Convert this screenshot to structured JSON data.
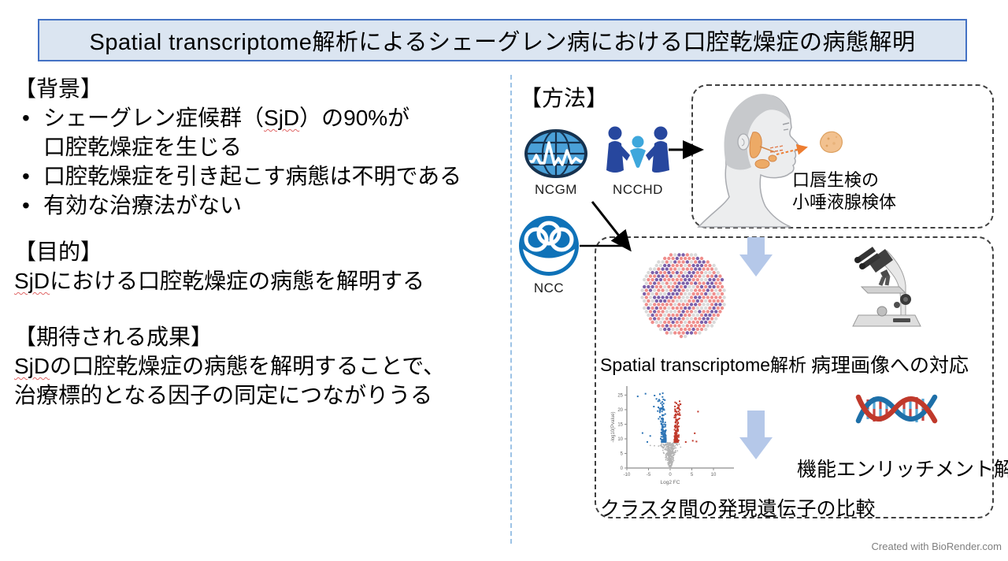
{
  "title": "Spatial transcriptome解析によるシェーグレン病における口腔乾燥症の病態解明",
  "background": {
    "heading": "【背景】",
    "b1_pre": "シェーグレン症候群（",
    "b1_sjd": "SjD",
    "b1_post": "）の90%が",
    "b1_line2": "口腔乾燥症を生じる",
    "b2": "口腔乾燥症を引き起こす病態は不明である",
    "b3": "有効な治療法がない"
  },
  "purpose": {
    "heading": "【目的】",
    "sjd": "SjD",
    "rest": "における口腔乾燥症の病態を解明する"
  },
  "outcome": {
    "heading": "【期待される成果】",
    "sjd": "SjD",
    "line1_rest": "の口腔乾燥症の病態を解明することで、",
    "line2": "治療標的となる因子の同定につながりうる"
  },
  "methods": {
    "heading": "【方法】",
    "logo_ncgm": "NCGM",
    "logo_ncchd": "NCCHD",
    "logo_ncc": "NCC",
    "biopsy_line1": "口唇生検の",
    "biopsy_line2": "小唾液腺検体",
    "spatial_label": "Spatial transcriptome解析",
    "pathology_label": "病理画像への対応",
    "cluster_label": "クラスタ間の発現遺伝子の比較",
    "enrichment_label": "機能エンリッチメント解析"
  },
  "footer": {
    "credit": "Created with BioRender.com"
  },
  "chart_data": {
    "type": "scatter",
    "subtype": "volcano",
    "title": "",
    "xlabel": "Log2 FC",
    "ylabel": "-log10(Pvalue)",
    "xlim": [
      -10,
      14
    ],
    "ylim": [
      0,
      27
    ],
    "xticks": [
      -10,
      -5,
      0,
      5,
      10
    ],
    "yticks": [
      0,
      5,
      10,
      15,
      20,
      25
    ],
    "threshold_y": 8.7,
    "grid": false,
    "legend": false,
    "series": [
      {
        "name": "upregulated",
        "color": "#c0392b",
        "n": 170,
        "x_range": [
          0.9,
          10.2
        ],
        "y_range": [
          8.7,
          23
        ]
      },
      {
        "name": "downregulated",
        "color": "#2e75b6",
        "n": 160,
        "x_range": [
          -9.4,
          -0.9
        ],
        "y_range": [
          8.7,
          26
        ]
      },
      {
        "name": "not-significant",
        "color": "#b3b3b3",
        "n": 300,
        "x_range": [
          -6.5,
          6.5
        ],
        "y_range": [
          0,
          8.7
        ]
      }
    ]
  },
  "spatial_dots": {
    "radius": 55,
    "colors": {
      "salmon": "#ef8e8c",
      "purple": "#7b5fa9",
      "gray": "#d9d9d9"
    }
  },
  "palette": {
    "title_fill": "#dbe5f1",
    "title_border": "#4472c4",
    "block_arrow": "#b5c8e9",
    "divider": "#9dc3e6",
    "dashed_border": "#404040",
    "wavy_underline": "#e06666",
    "ncgm_blue": "#4aa0d8",
    "ncchd_navy": "#27479e",
    "ncchd_lightblue": "#3ea7dc",
    "ncc_blue": "#0f72b8",
    "dna_red": "#c0392b",
    "dna_blue": "#1d6fa8",
    "gland_orange": "#edaa66",
    "orange_arrow": "#ed7d31",
    "credit_gray": "#7f7f7f"
  }
}
